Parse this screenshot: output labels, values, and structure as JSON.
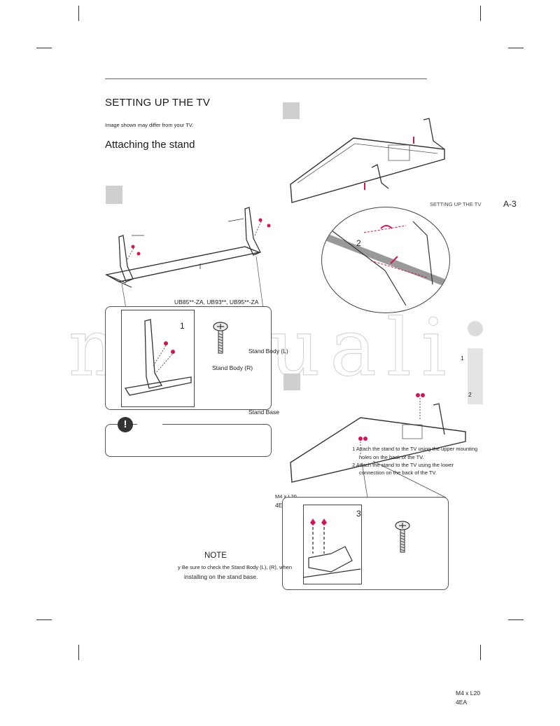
{
  "header": {
    "title": "SETTING UP THE TV",
    "subtitle": "Image shown may differ from your TV.",
    "section_title": "Attaching the stand"
  },
  "page_header": {
    "running_title": "SETTING UP THE TV",
    "page_number": "A-3"
  },
  "models": "UB85**-ZA, UB93**, UB95**-ZA",
  "step_numbers": {
    "step1": "1",
    "step2": "2",
    "step3": "3",
    "right1": "1",
    "right2": "2"
  },
  "labels": {
    "stand_body_l": "Stand Body (L)",
    "stand_body_r": "Stand Body (R)",
    "stand_base": "Stand Base",
    "screw_spec": "M4 x L20",
    "screw_qty": "4EA",
    "screw_spec_footer": "M4 x L20",
    "screw_qty_footer": "4EA"
  },
  "instructions": {
    "line1": "1 Attach the stand to the TV using the upper mounting",
    "line2": "holes on the back of the TV.",
    "line3": "2 Attach the stand to the TV using the lower",
    "line4": "connection on the back of the TV."
  },
  "note": {
    "heading": "NOTE",
    "line1": "y Be sure to check the Stand Body (L), (R), when",
    "line2": "installing on the stand base."
  },
  "watermark": "manuali",
  "colors": {
    "accent": "#d4145a",
    "line": "#333333",
    "watermark": "#cfcfcf"
  }
}
